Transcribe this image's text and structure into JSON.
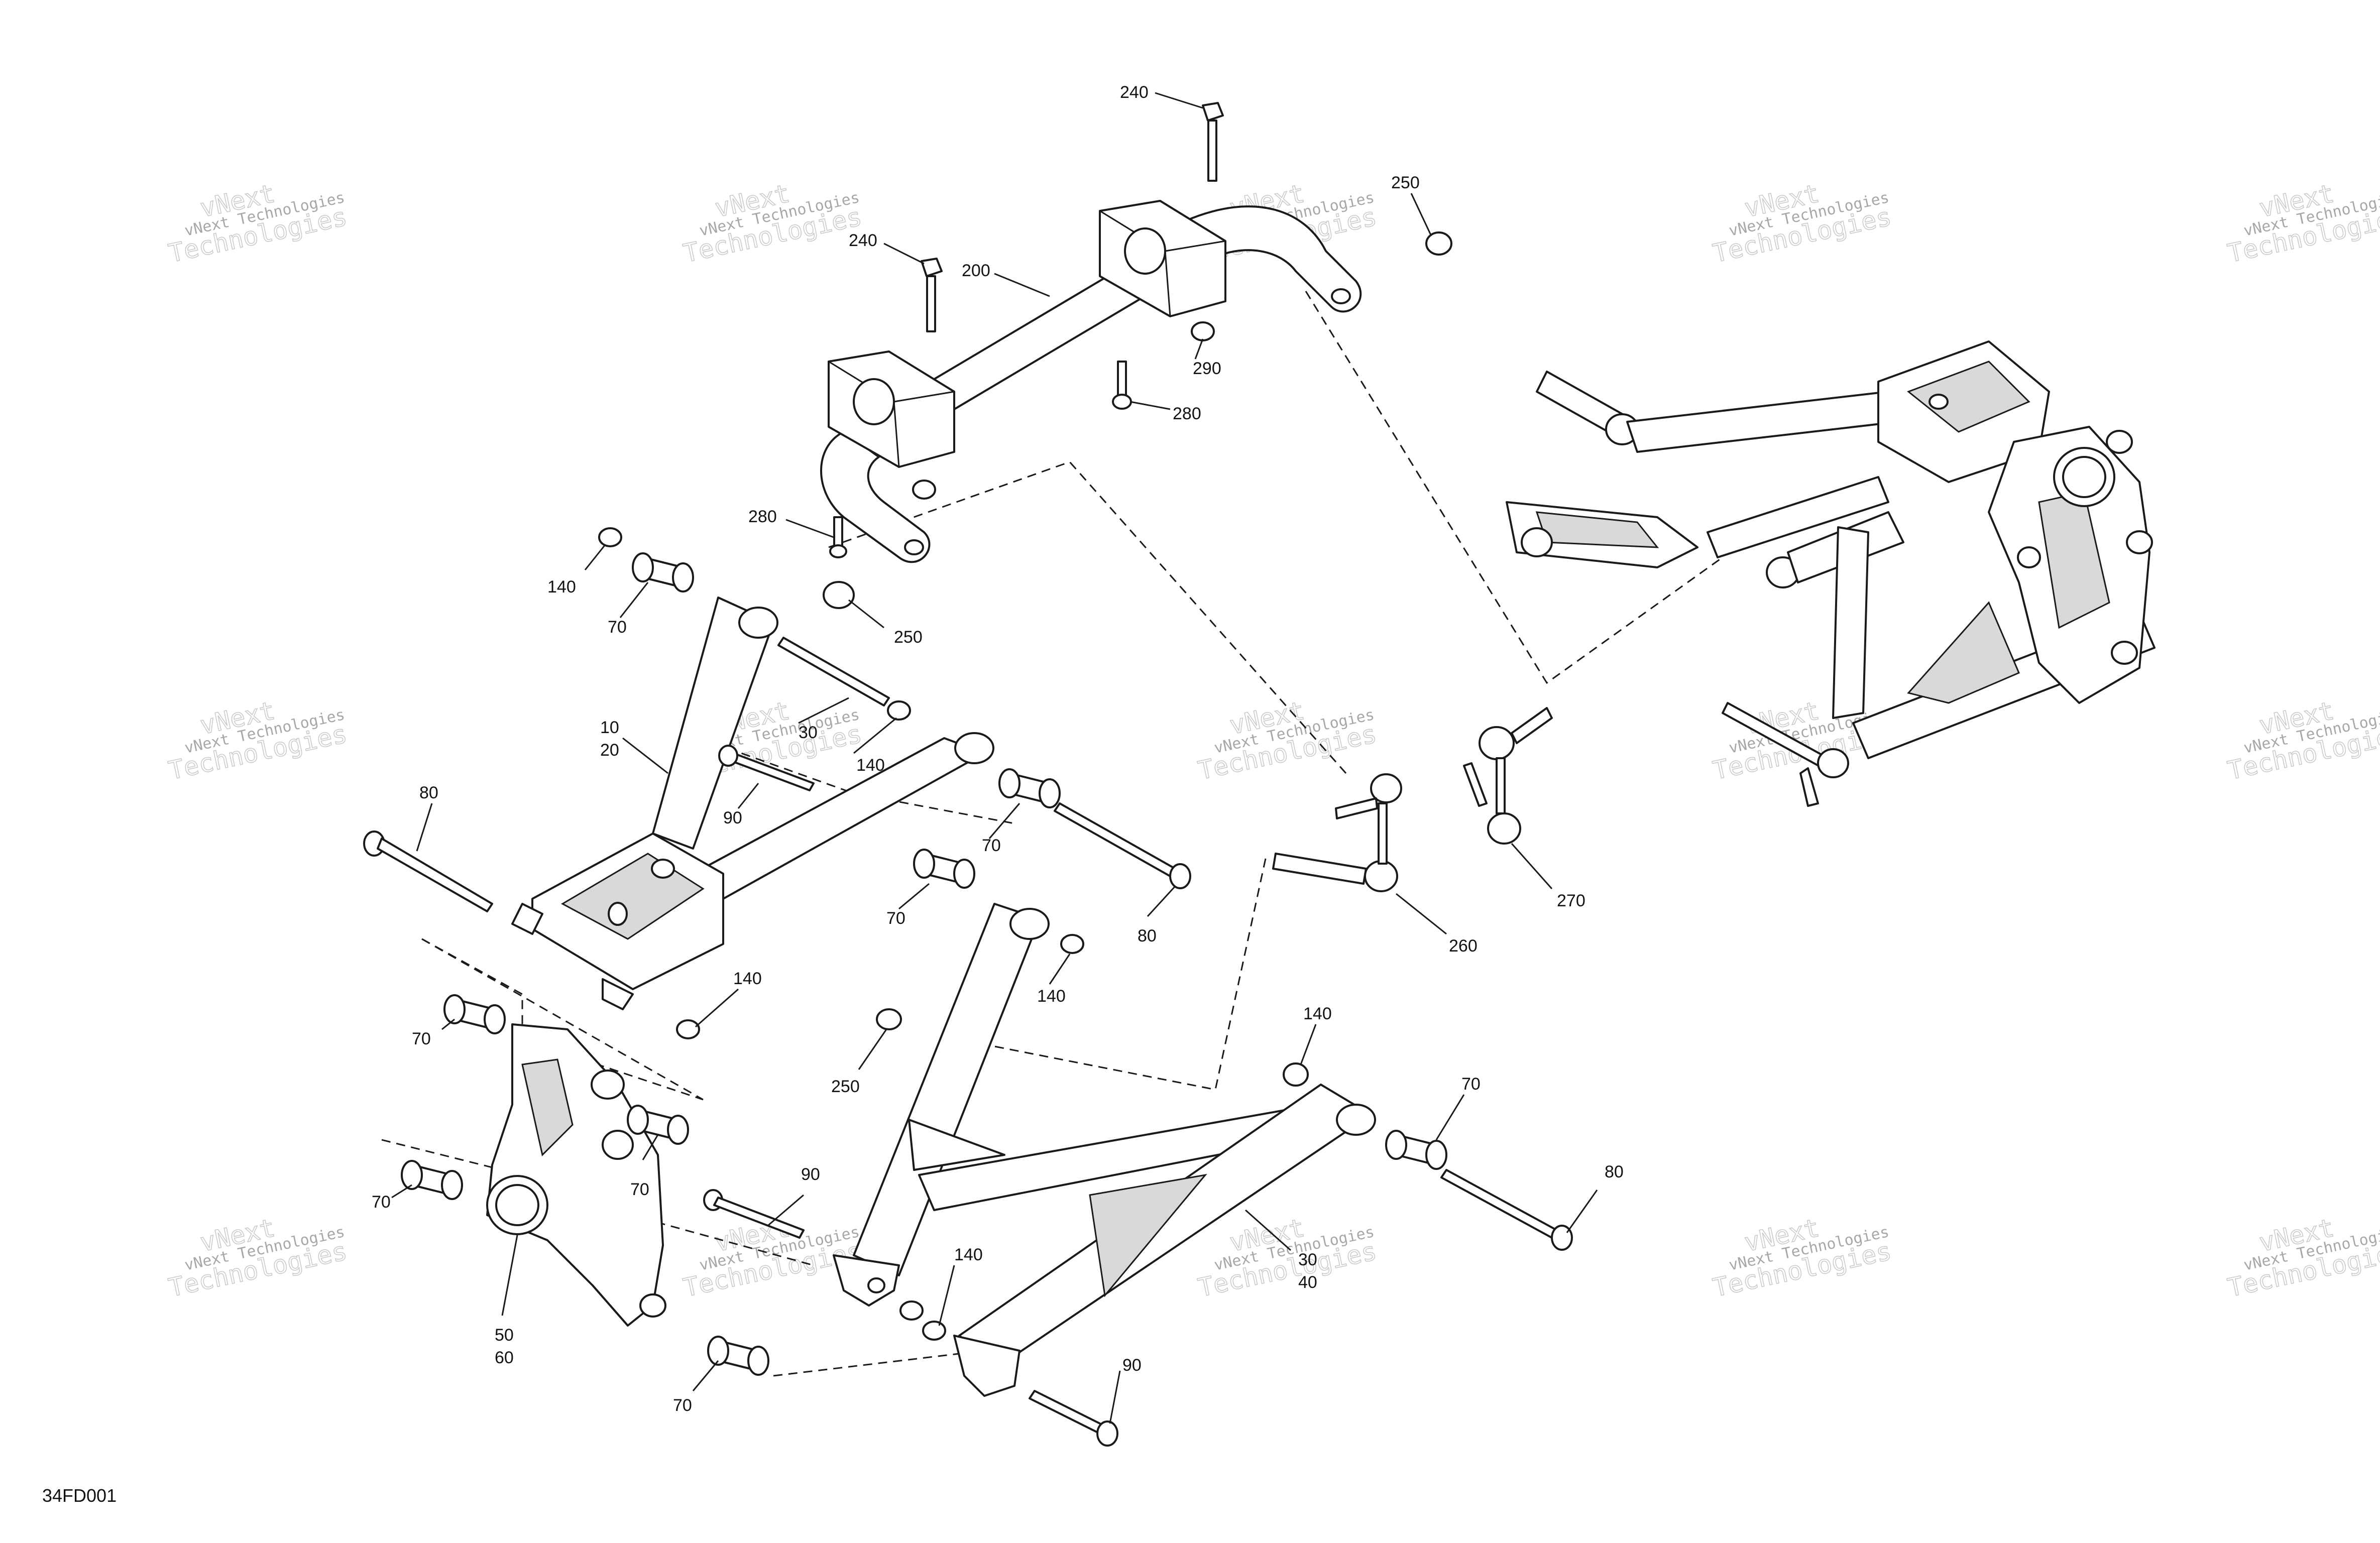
{
  "figure_id": "34FD001",
  "watermark": {
    "line1": "vNext Technologies",
    "line2": "vNext",
    "line3": "Technologies"
  },
  "callouts": {
    "c240a": "240",
    "c240b": "240",
    "c250a": "250",
    "c200": "200",
    "c290": "290",
    "c280a": "280",
    "c280b": "280",
    "c250b": "250",
    "c140a": "140",
    "c70a": "70",
    "c10": "10",
    "c20": "20",
    "c30a": "30",
    "c140b": "140",
    "c90a": "90",
    "c80a": "80",
    "c70b": "70",
    "c70c": "70",
    "c80b": "80",
    "c140c": "140",
    "c140d": "140",
    "c70d": "70",
    "c250c": "250",
    "c70e": "70",
    "c70f": "70",
    "c90b": "90",
    "c140e": "140",
    "c70g": "70",
    "c80c": "80",
    "c30b": "30",
    "c40": "40",
    "c140f": "140",
    "c50": "50",
    "c60": "60",
    "c70h": "70",
    "c90c": "90",
    "c260": "260",
    "c270": "270"
  }
}
